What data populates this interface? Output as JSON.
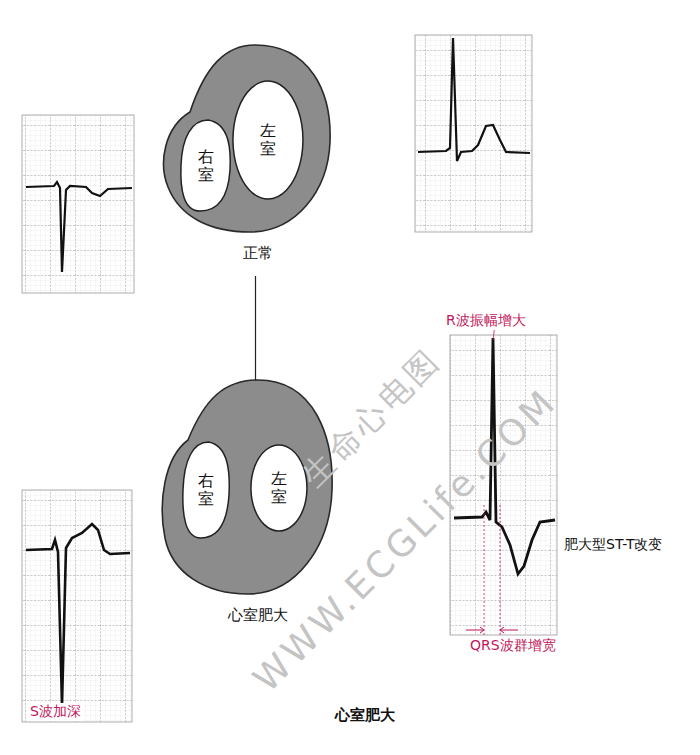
{
  "diagram": {
    "caption": "心室肥大",
    "nodes": [
      {
        "text": [
          "正常"
        ]
      },
      {
        "text": [
          "右室"
        ],
        "in": 0
      },
      {
        "text": [
          "左室"
        ],
        "in": 0
      },
      {
        "text": [
          "心室肥大"
        ]
      },
      {
        "text": [
          "右室"
        ],
        "in": 3
      },
      {
        "text": [
          "左室"
        ],
        "in": 3
      }
    ],
    "edges": [
      {
        "from": 0,
        "to": 3,
        "arrow": "to"
      }
    ],
    "labels": [
      "R波振幅增大",
      "肥大型ST-T改变",
      "QRS波群增宽",
      "S波加深",
      "生命心电图",
      "WWW.ECGLife.COM"
    ]
  }
}
